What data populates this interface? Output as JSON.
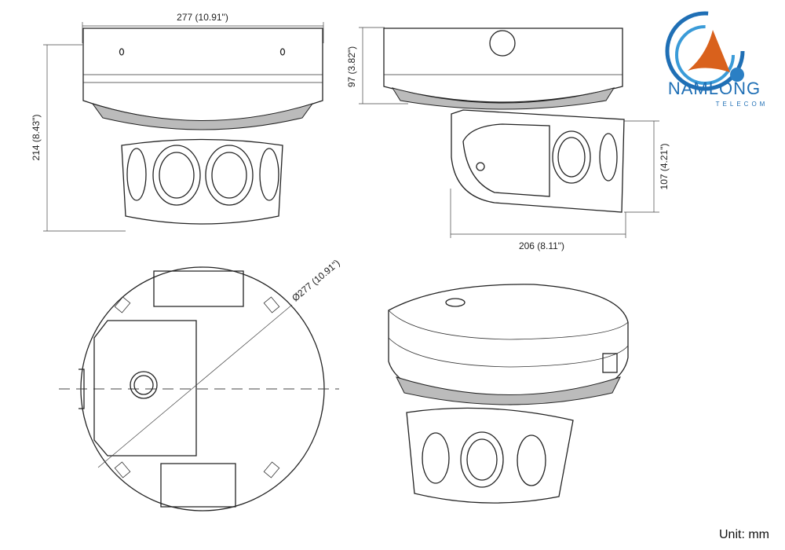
{
  "dimensions": {
    "front_width": "277 (10.91\")",
    "front_height": "214 (8.43\")",
    "side_top_height": "97 (3.82\")",
    "side_bottom_height": "107 (4.21\")",
    "side_width": "206 (8.11\")",
    "bottom_diameter": "Ø277 (10.91\")"
  },
  "unit_label": "Unit: mm",
  "logo": {
    "name": "NAMLONG",
    "tagline": "TELECOM",
    "colors": {
      "blue": "#1f6fb5",
      "orange": "#d9611c"
    }
  }
}
